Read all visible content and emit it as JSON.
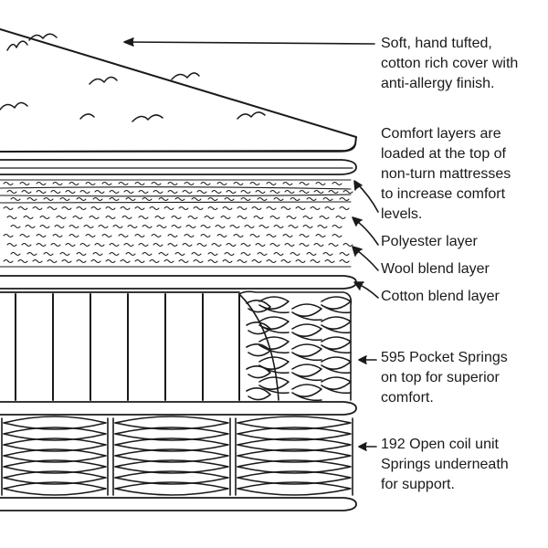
{
  "labels": {
    "cover": [
      "Soft, hand tufted,",
      "cotton rich cover with",
      "anti-allergy finish."
    ],
    "comfort": [
      "Comfort layers are",
      "loaded at the top of",
      "non-turn mattresses",
      "to increase comfort",
      "levels."
    ],
    "polyester": [
      "Polyester layer"
    ],
    "wool": [
      "Wool blend layer"
    ],
    "cotton": [
      "Cotton blend layer"
    ],
    "pocket": [
      "595 Pocket Springs",
      "on top for superior",
      "comfort."
    ],
    "opencoil": [
      "192 Open coil unit",
      "Springs underneath",
      "for support."
    ]
  },
  "colors": {
    "line": "#1a1a1a",
    "background": "#ffffff"
  }
}
